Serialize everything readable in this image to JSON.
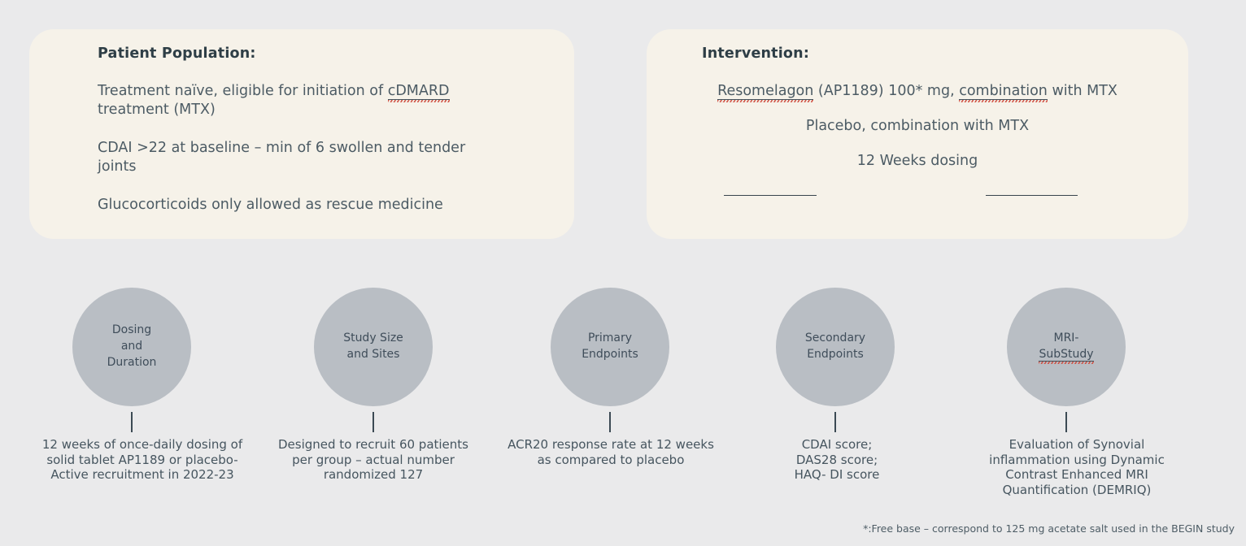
{
  "colors": {
    "background": "#eaeaeb",
    "panel_cream": "#f6f2e9",
    "heading_text": "#2e3e46",
    "body_text": "#4c5b64",
    "circle_fill": "#b9bec4",
    "circle_text": "#3f4d5a",
    "spellcheck_red": "#cf4a3c",
    "line_dark": "#39454d"
  },
  "patient_panel": {
    "title": "Patient Population:",
    "p1_pre": "Treatment naïve, eligible for initiation of ",
    "p1_flagged": "cDMARD",
    "p1_post": "\ntreatment (MTX)",
    "p2": "CDAI >22 at baseline – min of 6 swollen and tender\njoints",
    "p3": "Glucocorticoids only allowed as rescue medicine"
  },
  "intervention_panel": {
    "title": "Intervention:",
    "line1_flagged1": "Resomelagon",
    "line1_mid": " (AP1189) 100* mg, ",
    "line1_flagged2": "combination",
    "line1_post": " with MTX",
    "line2": "Placebo, combination with MTX",
    "line3": "12 Weeks dosing"
  },
  "pillars": [
    {
      "circle": "Dosing\nand\nDuration",
      "caption": "12 weeks of once-daily dosing of\nsolid tablet AP1189 or placebo-\nActive recruitment in 2022-23"
    },
    {
      "circle": "Study Size\nand Sites",
      "caption": "Designed to recruit 60 patients\nper group – actual number\nrandomized 127"
    },
    {
      "circle": "Primary\nEndpoints",
      "caption": "ACR20 response rate at 12 weeks\nas compared to placebo"
    },
    {
      "circle": "Secondary\nEndpoints",
      "caption": "CDAI score;\nDAS28 score;\nHAQ- DI score"
    },
    {
      "circle_pre": "MRI-\n",
      "circle_flagged": "SubStudy",
      "caption": "Evaluation of Synovial\ninflammation using Dynamic\nContrast Enhanced MRI\nQuantification (DEMRIQ)"
    }
  ],
  "footnote": "*:Free base – correspond to 125 mg acetate salt used in the BEGIN study"
}
